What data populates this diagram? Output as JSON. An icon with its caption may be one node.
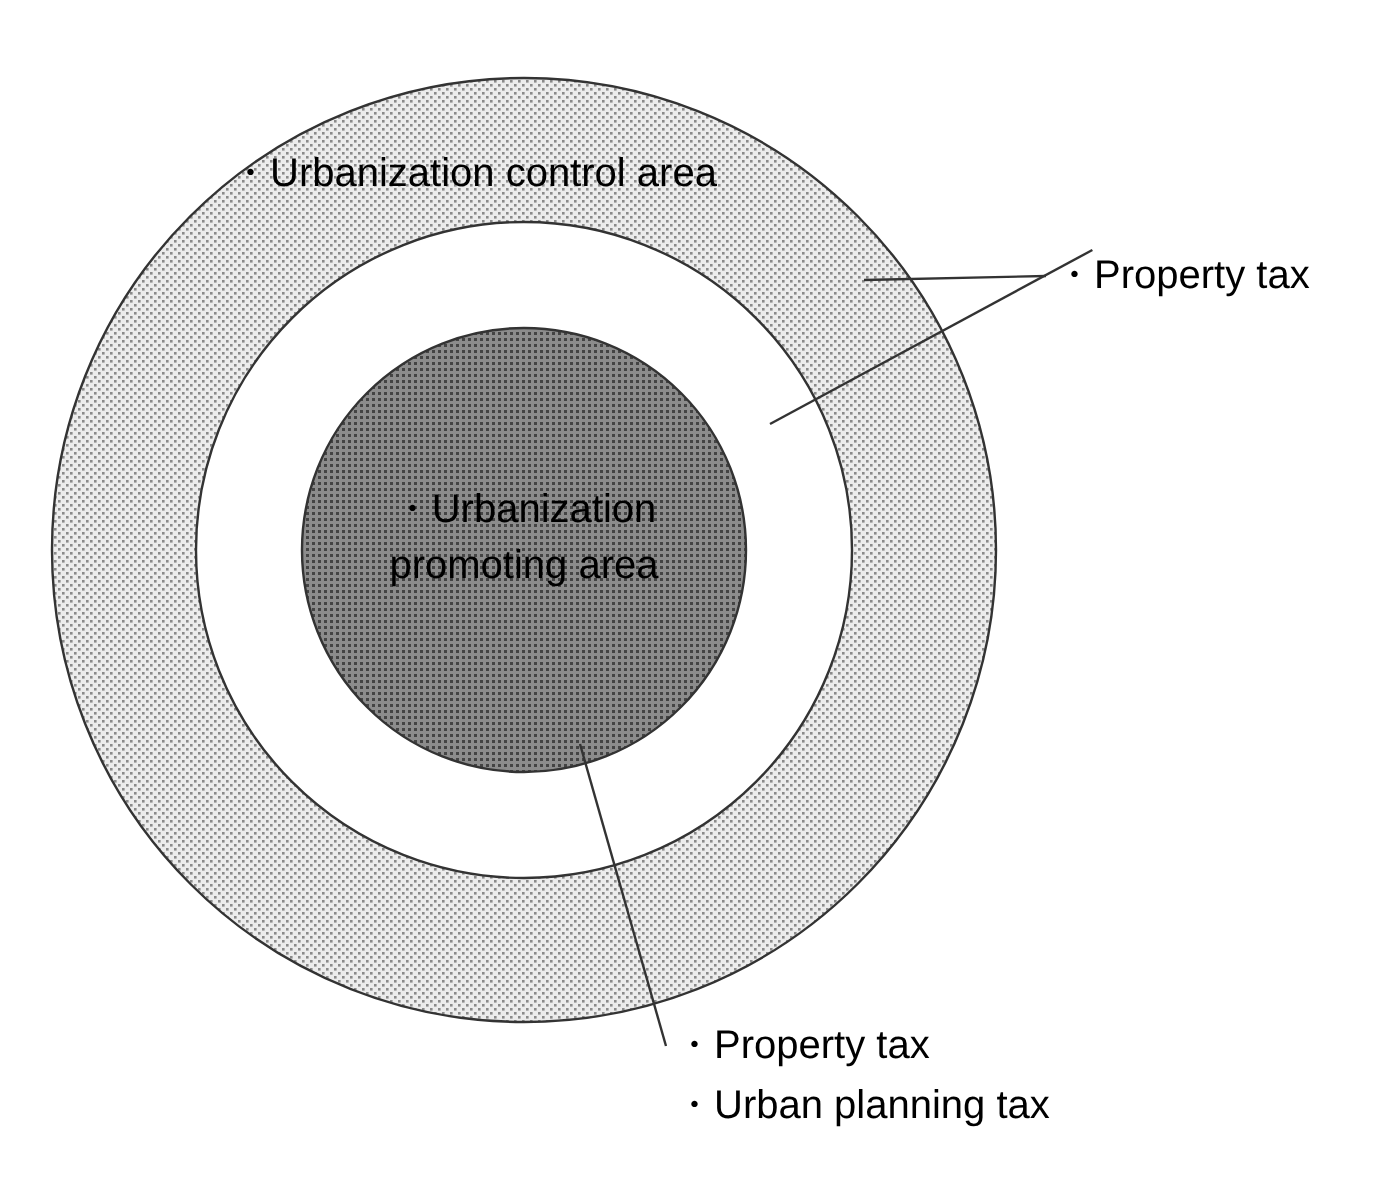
{
  "diagram": {
    "nodes": [
      {
        "text": [
          "・Urbanization control area"
        ]
      },
      {
        "text": [],
        "shape": "circle",
        "in": 0
      },
      {
        "text": [
          "・Urbanization promoting area"
        ],
        "in": 1
      },
      {
        "text": [
          "・Property tax"
        ]
      },
      {
        "text": [
          "・Property tax",
          "・Urban planning tax"
        ]
      }
    ],
    "edges": [
      {
        "from": 3,
        "to": 0,
        "arrow": "none"
      },
      {
        "from": 3,
        "to": 1,
        "arrow": "none"
      },
      {
        "from": 4,
        "to": 2,
        "arrow": "none"
      }
    ]
  }
}
